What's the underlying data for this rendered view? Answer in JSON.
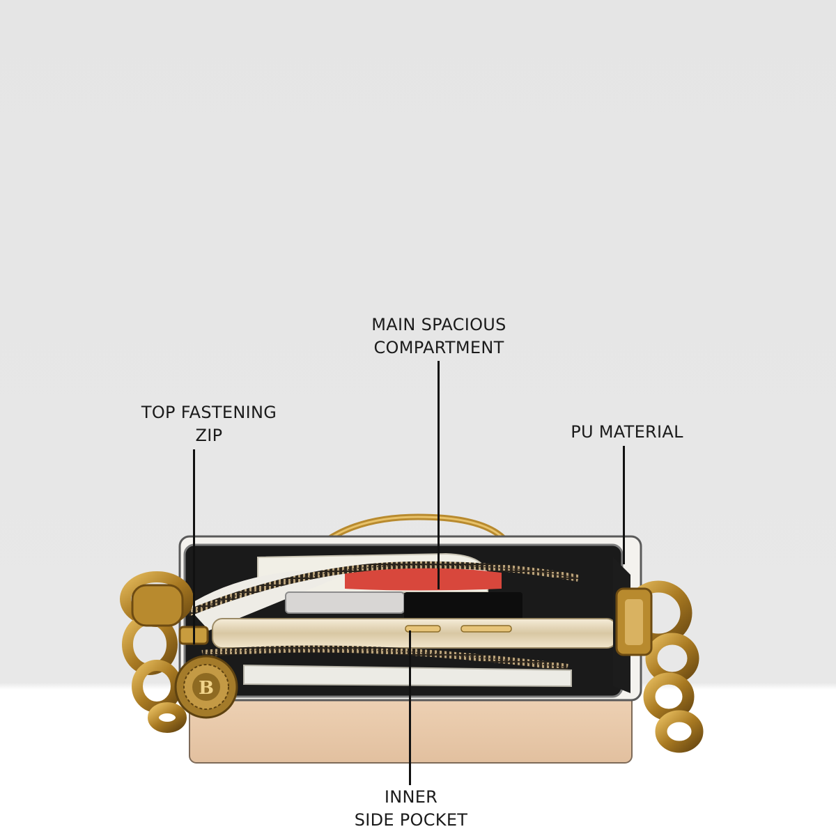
{
  "callouts": {
    "main_compartment": {
      "line1": "MAIN SPACIOUS",
      "line2": "COMPARTMENT"
    },
    "top_zip": {
      "line1": "TOP FASTENING",
      "line2": "ZIP"
    },
    "pu_material": {
      "line1": "PU MATERIAL"
    },
    "inner_pocket": {
      "line1": "INNER",
      "line2": "SIDE POCKET"
    }
  },
  "colors": {
    "backdrop": "#e6e6e6",
    "floor": "#ffffff",
    "bag_white": "#f4f2ee",
    "flap_beige": "#e8c9aa",
    "hardware_gold": "#b88a2e",
    "lining_red": "#d8473c",
    "leader_line": "#111111"
  },
  "charm_monogram": "B"
}
